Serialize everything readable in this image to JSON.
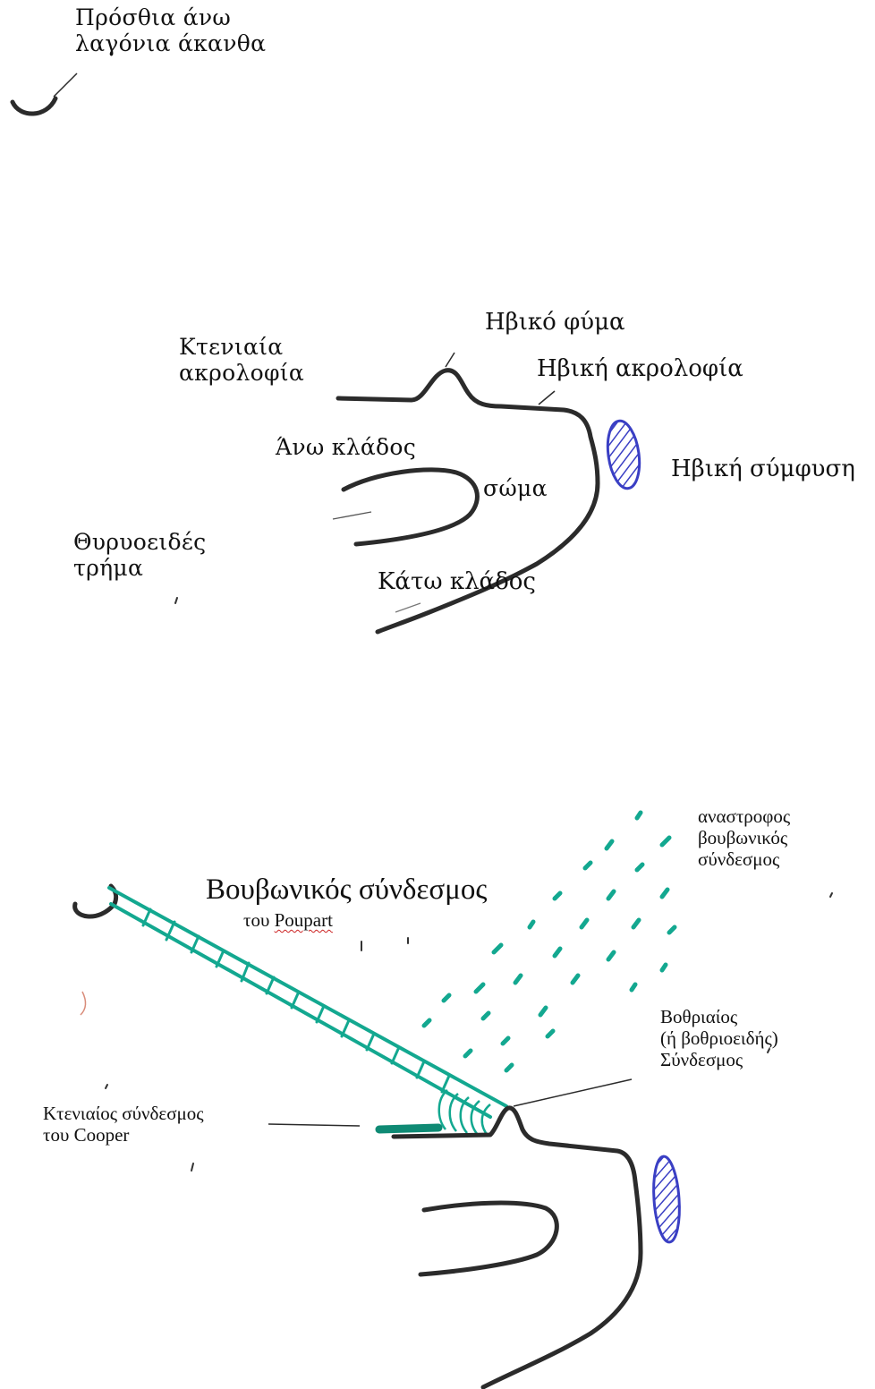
{
  "colors": {
    "bone": "#2b2b2b",
    "symphysis": "#3a3fc4",
    "ligament": "#13a890",
    "ligament_dark": "#0f8a74"
  },
  "top_section": {
    "asis_label": [
      "Πρόσθια άνω",
      "λαγόνια άκανθα"
    ]
  },
  "middle_section": {
    "pectineal_line": [
      "Κτενιαία",
      "ακρολοφία"
    ],
    "pubic_tubercle": "Ηβικό φύμα",
    "pubic_crest": "Ηβική ακρολοφία",
    "superior_ramus": "Άνω κλάδος",
    "body": "σώμα",
    "pubic_symphysis": "Ηβική σύμφυση",
    "obturator_foramen": [
      "Θυρυοειδές",
      "τρήμα"
    ],
    "inferior_ramus": "Κάτω κλάδος"
  },
  "bottom_section": {
    "inguinal_ligament_title": "Βουβωνικός σύνδεσμος",
    "inguinal_ligament_prefix": "του ",
    "inguinal_ligament_eponym": "Poupart",
    "reflected_ligament": [
      "αναστροφος",
      "βουβωνικός",
      "σύνδεσμος"
    ],
    "lacunar_ligament": [
      "Βοθριαίος",
      "(ή βοθριοειδής)",
      "Σύνδεσμος"
    ],
    "cooper_ligament": [
      "Κτενιαίος σύνδεσμος",
      "του Cooper"
    ]
  }
}
